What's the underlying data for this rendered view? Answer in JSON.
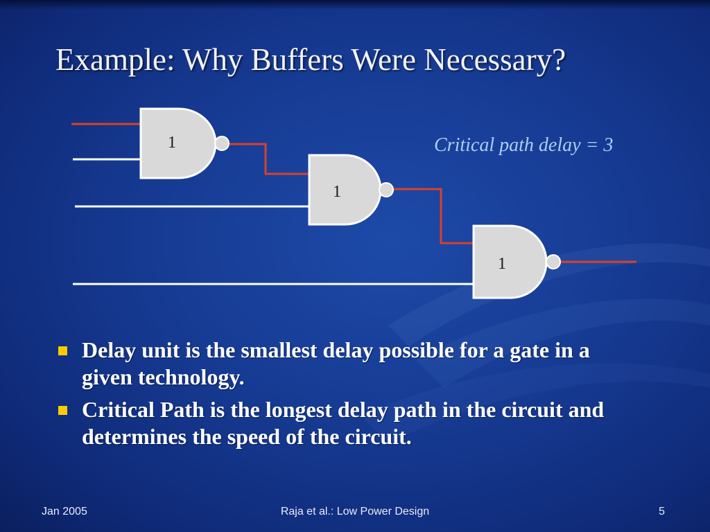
{
  "title": "Example: Why Buffers Were Necessary?",
  "diagram": {
    "annotation": "Critical path delay = 3",
    "gates": [
      {
        "delay_label": "1"
      },
      {
        "delay_label": "1"
      },
      {
        "delay_label": "1"
      }
    ],
    "colors": {
      "critical_wire": "#d9412b",
      "normal_wire": "#ffffff",
      "gate_fill": "#d9d9d9",
      "gate_outline": "#ffffff"
    }
  },
  "bullets": [
    {
      "text": "Delay unit is the smallest delay possible for a gate in a given technology."
    },
    {
      "text": "Critical Path is the longest delay path in the circuit and determines the speed of the circuit."
    }
  ],
  "footer": {
    "date": "Jan 2005",
    "center": "Raja et al.: Low Power Design",
    "page": "5"
  },
  "colors": {
    "background": "#163a92",
    "bullet_marker": "#ffcc00",
    "annotation_text": "#aecdf2"
  }
}
